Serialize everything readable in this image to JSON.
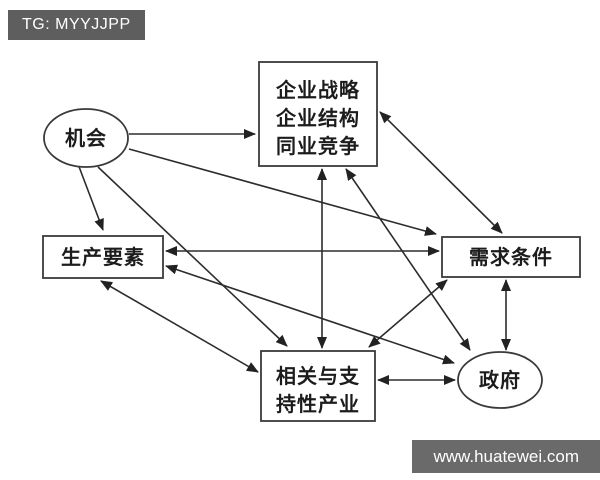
{
  "watermarks": {
    "tg_label": "TG: MYYJJPP",
    "site_label": "www.huatewei.com"
  },
  "colors": {
    "background": "#ffffff",
    "badge_tg_bg": "#5e5e5e",
    "badge_site_bg": "#6a6a6a",
    "badge_text": "#ffffff",
    "edge_line": "#2d2d2d",
    "node_border": "#3a3a3a",
    "node_fill": "#ffffff",
    "node_text": "#1c1c1c"
  },
  "diagram": {
    "model": "diamond-model",
    "nodes": {
      "opportunity": {
        "label": "机会",
        "shape": "ellipse"
      },
      "strategy": {
        "lines": [
          "企业战略",
          "企业结构",
          "同业竞争"
        ],
        "shape": "rect"
      },
      "factors": {
        "label": "生产要素",
        "shape": "rect"
      },
      "demand": {
        "label": "需求条件",
        "shape": "rect"
      },
      "related": {
        "lines": [
          "相关与支",
          "持性产业"
        ],
        "shape": "rect"
      },
      "government": {
        "label": "政府",
        "shape": "ellipse"
      }
    },
    "edges": [
      {
        "from": "opportunity",
        "to": "strategy",
        "arrows": "single"
      },
      {
        "from": "opportunity",
        "to": "factors",
        "arrows": "single"
      },
      {
        "from": "opportunity",
        "to": "demand",
        "arrows": "single"
      },
      {
        "from": "opportunity",
        "to": "related",
        "arrows": "single"
      },
      {
        "from": "strategy",
        "to": "demand",
        "arrows": "double"
      },
      {
        "from": "strategy",
        "to": "related",
        "arrows": "double"
      },
      {
        "from": "strategy",
        "to": "government",
        "arrows": "double"
      },
      {
        "from": "factors",
        "to": "demand",
        "arrows": "double"
      },
      {
        "from": "factors",
        "to": "related",
        "arrows": "double"
      },
      {
        "from": "factors",
        "to": "government",
        "arrows": "double"
      },
      {
        "from": "demand",
        "to": "related",
        "arrows": "double"
      },
      {
        "from": "demand",
        "to": "government",
        "arrows": "double"
      },
      {
        "from": "related",
        "to": "government",
        "arrows": "double"
      }
    ]
  }
}
